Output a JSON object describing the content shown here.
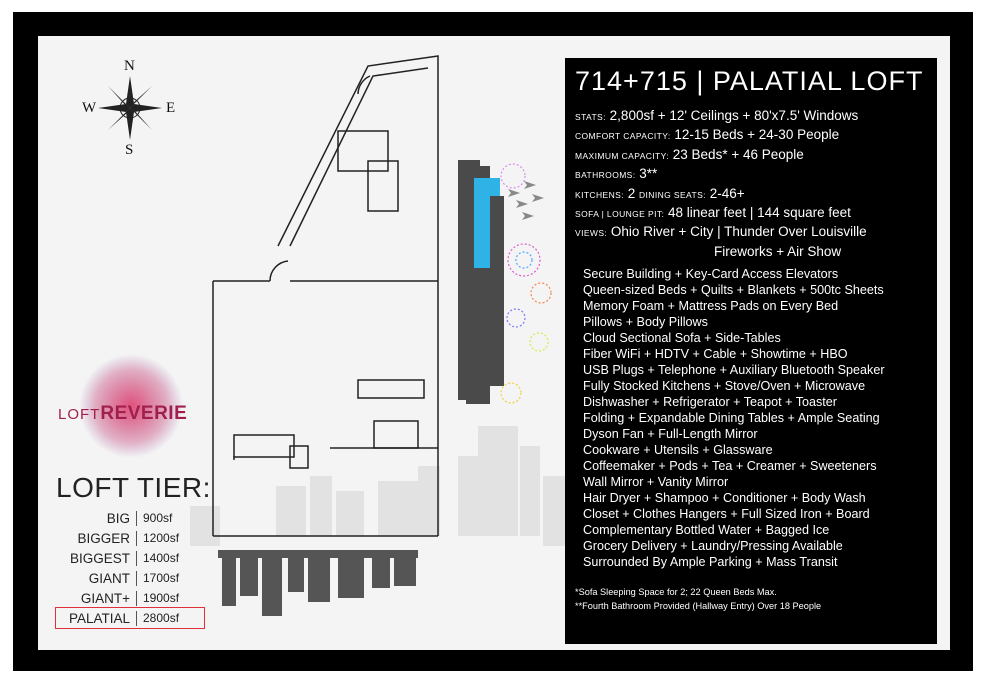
{
  "title": "714+715 | PALATIAL LOFT",
  "compass": {
    "n": "N",
    "s": "S",
    "e": "E",
    "w": "W"
  },
  "stats": [
    {
      "key": "STATS:",
      "value": "2,800sf + 12' Ceilings + 80'x7.5' Windows"
    },
    {
      "key": "COMFORT CAPACITY:",
      "value": "12-15 Beds + 24-30 People"
    },
    {
      "key": "MAXIMUM CAPACITY:",
      "value": "23 Beds* + 46 People"
    },
    {
      "key": "BATHROOMS:",
      "value": "3**"
    },
    {
      "key": "KITCHENS:",
      "value": "2",
      "key2": "DINING SEATS:",
      "value2": "2-46+"
    },
    {
      "key": "SOFA | LOUNGE PIT:",
      "value": "48 linear feet | 144 square feet"
    },
    {
      "key": "VIEWS:",
      "value": "Ohio River + City | Thunder Over Louisville"
    },
    {
      "key": "",
      "value": "Fireworks + Air Show"
    }
  ],
  "features": [
    "Secure Building + Key-Card Access Elevators",
    "Queen-sized Beds + Quilts + Blankets + 500tc Sheets",
    "Memory Foam + Mattress Pads on Every Bed",
    "Pillows + Body Pillows",
    "Cloud Sectional Sofa + Side-Tables",
    "Fiber WiFi + HDTV + Cable + Showtime + HBO",
    "USB Plugs + Telephone + Auxiliary Bluetooth Speaker",
    "Fully Stocked Kitchens + Stove/Oven + Microwave",
    "Dishwasher + Refrigerator + Teapot + Toaster",
    "Folding + Expandable Dining Tables + Ample Seating",
    "Dyson Fan + Full-Length Mirror",
    "Cookware + Utensils + Glassware",
    "Coffeemaker + Pods + Tea + Creamer + Sweeteners",
    "Wall Mirror + Vanity Mirror",
    "Hair Dryer + Shampoo + Conditioner + Body Wash",
    "Closet + Clothes Hangers + Full Sized Iron + Board",
    "Complementary Bottled Water + Bagged Ice",
    "Grocery Delivery + Laundry/Pressing Available",
    "Surrounded By Ample Parking + Mass Transit"
  ],
  "notes": [
    "*Sofa Sleeping Space for 2; 22 Queen Beds Max.",
    "**Fourth Bathroom Provided (Hallway Entry) Over 18 People"
  ],
  "logo": {
    "part1": "LOFT",
    "part2": "REVERIE",
    "color": "#a11f4d"
  },
  "tier_title": "LOFT TIER:",
  "tiers": [
    {
      "name": "BIG",
      "size": "900sf"
    },
    {
      "name": "BIGGER",
      "size": "1200sf"
    },
    {
      "name": "BIGGEST",
      "size": "1400sf"
    },
    {
      "name": "GIANT",
      "size": "1700sf"
    },
    {
      "name": "GIANT+",
      "size": "1900sf"
    },
    {
      "name": "PALATIAL",
      "size": "2800sf",
      "selected": true
    }
  ],
  "colors": {
    "frame": "#000000",
    "highlight": "#e0303a",
    "river": "#2fb3e6"
  }
}
